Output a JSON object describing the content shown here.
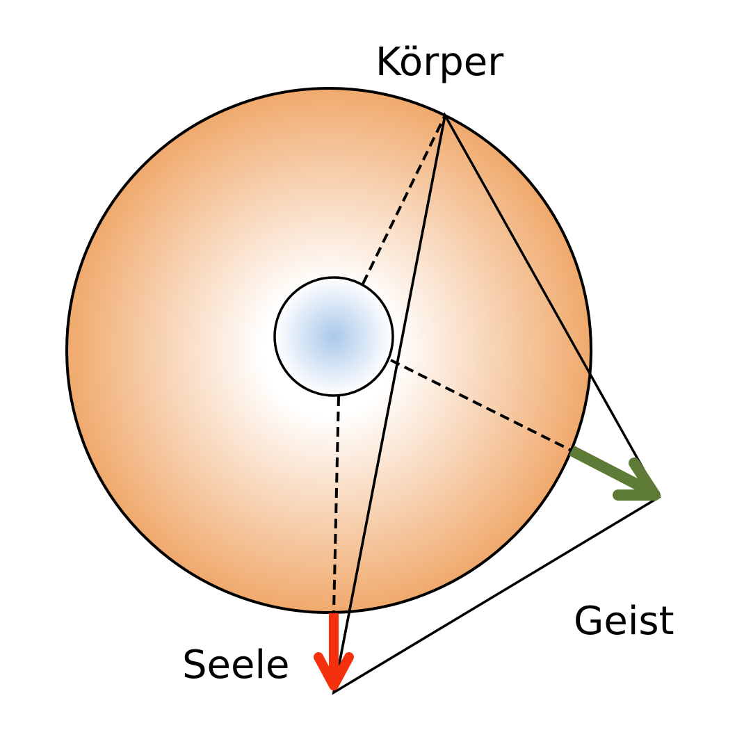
{
  "diagram": {
    "labels": {
      "body": "Körper",
      "spirit": "Geist",
      "soul": "Seele"
    },
    "colors": {
      "outer_circle_edge": "#f0a96c",
      "outer_circle_center": "#ffffff",
      "inner_circle_center": "#a9c8ea",
      "inner_circle_edge": "#ffffff",
      "outline": "#000000",
      "spirit_arrow": "#5e7a37",
      "soul_arrow": "#f5300c"
    }
  }
}
